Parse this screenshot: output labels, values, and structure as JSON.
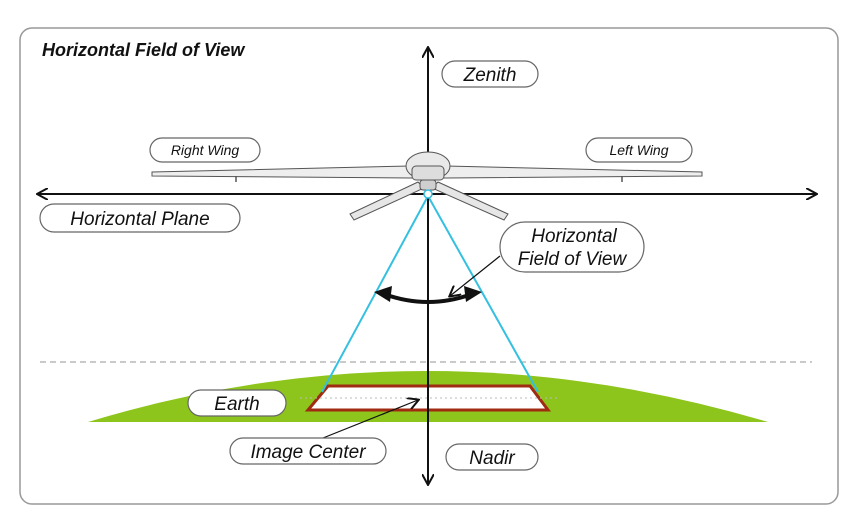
{
  "title": "Horizontal Field of View",
  "labels": {
    "zenith": "Zenith",
    "nadir": "Nadir",
    "right_wing": "Right Wing",
    "left_wing": "Left Wing",
    "horizontal_plane": "Horizontal Plane",
    "hfov_line1": "Horizontal",
    "hfov_line2": "Field of View",
    "earth": "Earth",
    "image_center": "Image Center"
  },
  "colors": {
    "earth": "#8dc51c",
    "footprint_border": "#a02a12",
    "fov_lines": "#34c0e0",
    "frame": "#999999"
  }
}
